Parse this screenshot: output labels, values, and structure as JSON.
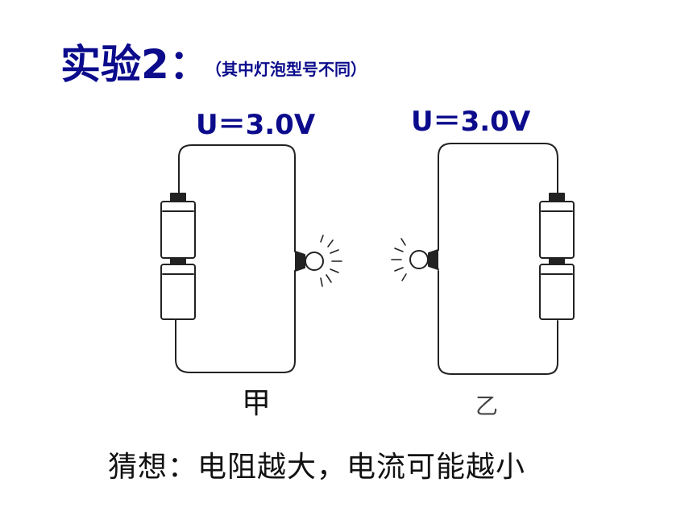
{
  "title": "实验2：",
  "subtitle": "（其中灯泡型号不同）",
  "circuits": [
    {
      "voltage_label": "U＝3.0V",
      "name": "甲"
    },
    {
      "voltage_label": "U＝3.0V",
      "name": "乙"
    }
  ],
  "conclusion": "猜想：电阻越大，电流可能越小",
  "colors": {
    "heading": "#0b0b8c",
    "text": "#111111",
    "line": "#222222"
  }
}
